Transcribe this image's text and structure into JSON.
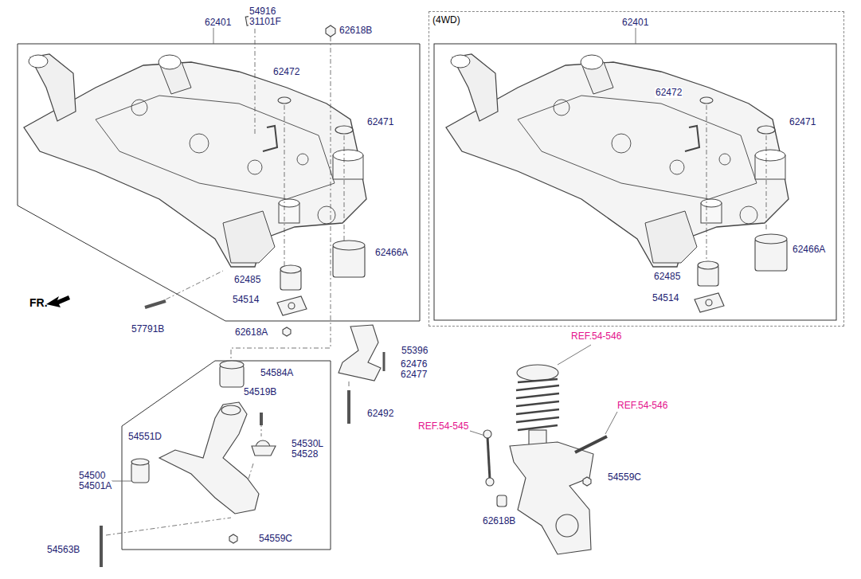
{
  "diagram": {
    "nodes": [
      {
        "text": [
          "(4WD)"
        ]
      }
    ],
    "labels": [
      "54916",
      "31101F",
      "62401",
      "62618B",
      "62472",
      "62471",
      "62466A",
      "62485",
      "54514",
      "57791B",
      "62618A",
      "55396",
      "62476",
      "62477",
      "62492",
      "54584A",
      "54519B",
      "54530L",
      "54528",
      "54551D",
      "54500",
      "54501A",
      "54563B",
      "54559C",
      "FR.",
      "62401",
      "62472",
      "62471",
      "62466A",
      "62485",
      "54514",
      "REF.54-546",
      "REF.54-545",
      "REF.54-546",
      "54559C",
      "62618B"
    ]
  }
}
